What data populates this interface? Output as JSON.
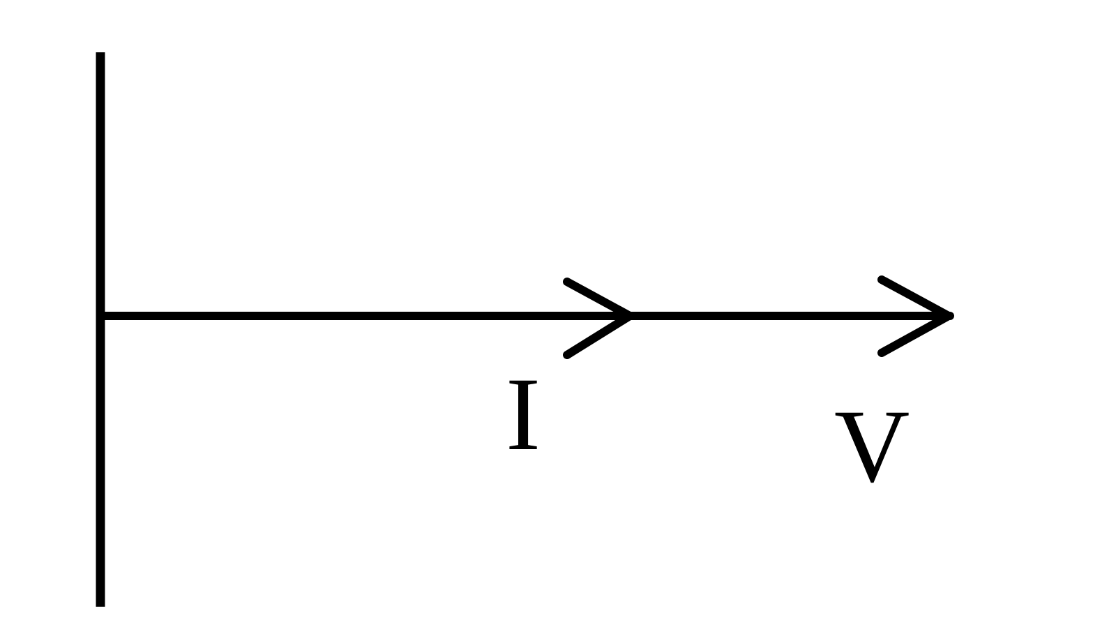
{
  "diagram": {
    "type": "phasor-diagram",
    "stroke_color": "#000000",
    "background_color": "#ffffff",
    "phasors": [
      {
        "label": "I",
        "angle_deg": 0
      },
      {
        "label": "V",
        "angle_deg": 0
      }
    ]
  }
}
